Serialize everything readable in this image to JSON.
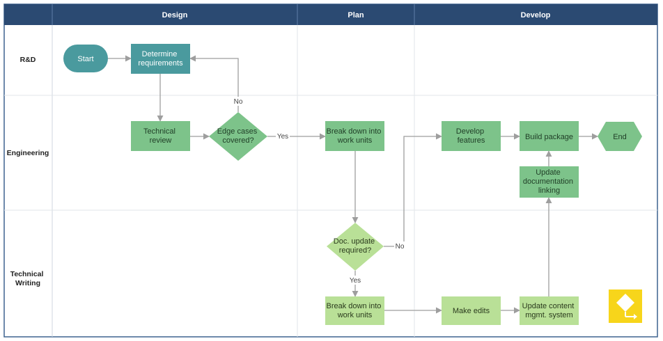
{
  "columns": [
    "Design",
    "Plan",
    "Develop"
  ],
  "lanes": [
    [
      "R&D"
    ],
    [
      "Engineering"
    ],
    [
      "Technical",
      "Writing"
    ]
  ],
  "nodes": {
    "start": {
      "lines": [
        "Start"
      ]
    },
    "determine": {
      "lines": [
        "Determine",
        "requirements"
      ]
    },
    "tech_review": {
      "lines": [
        "Technical",
        "review"
      ]
    },
    "edge_cases": {
      "lines": [
        "Edge cases",
        "covered?"
      ]
    },
    "break_eng": {
      "lines": [
        "Break down into",
        "work units"
      ]
    },
    "develop": {
      "lines": [
        "Develop",
        "features"
      ]
    },
    "build": {
      "lines": [
        "Build package"
      ]
    },
    "end": {
      "lines": [
        "End"
      ]
    },
    "update_doc": {
      "lines": [
        "Update",
        "documentation",
        "linking"
      ]
    },
    "doc_update": {
      "lines": [
        "Doc. update",
        "required?"
      ]
    },
    "break_tw": {
      "lines": [
        "Break down into",
        "work units"
      ]
    },
    "make_edits": {
      "lines": [
        "Make edits"
      ]
    },
    "update_cms": {
      "lines": [
        "Update content",
        "mgmt. system"
      ]
    }
  },
  "edge_labels": {
    "no": "No",
    "yes": "Yes"
  },
  "colors": {
    "header": "#2b4a72",
    "teal": "#4a9a9e",
    "green": "#7dc38a",
    "light_green": "#b9e097",
    "connector": "#9e9e9e",
    "logo_yellow": "#f7d51b"
  },
  "logo_icon": "flowchart-logo-icon"
}
